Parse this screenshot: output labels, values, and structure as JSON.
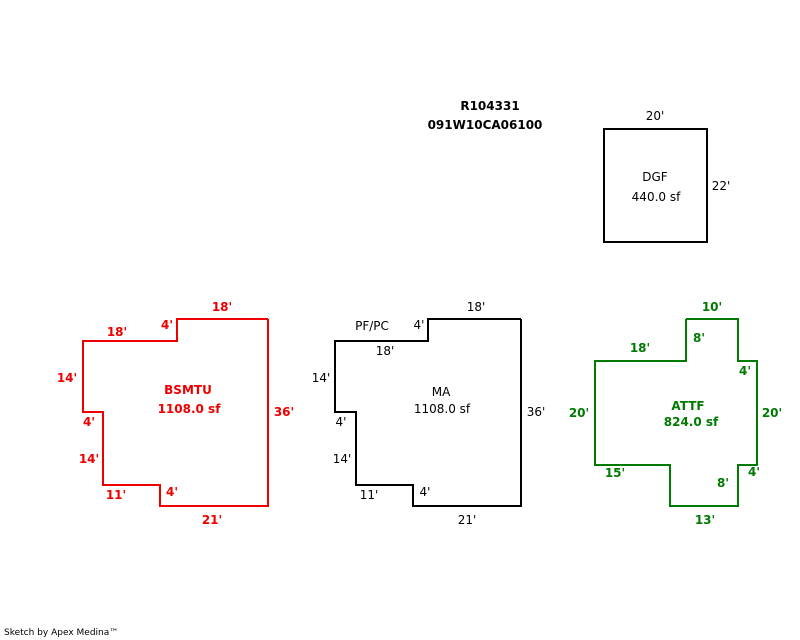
{
  "header": {
    "parcel_id": "R104331",
    "map_number": "091W10CA06100"
  },
  "colors": {
    "bsmtu": "#ee0000",
    "ma": "#000000",
    "attf": "#007a00",
    "dgf": "#000000"
  },
  "dgf": {
    "name": "DGF",
    "area": "440.0 sf",
    "dims": {
      "top": "20'",
      "right": "22'"
    }
  },
  "bsmtu": {
    "name": "BSMTU",
    "area": "1108.0 sf",
    "dims": {
      "top": "18'",
      "step_top": "4'",
      "upper_left_top": "18'",
      "left_upper": "14'",
      "notch": "4'",
      "left_lower": "14'",
      "bottom_left": "11'",
      "step_bottom": "4'",
      "bottom": "21'",
      "right": "36'"
    }
  },
  "ma": {
    "name": "MA",
    "area": "1108.0 sf",
    "annex_label": "PF/PC",
    "dims": {
      "top": "18'",
      "step_top": "4'",
      "upper_left_top": "18'",
      "left_upper": "14'",
      "notch": "4'",
      "left_lower": "14'",
      "bottom_left": "11'",
      "step_bottom": "4'",
      "bottom": "21'",
      "right": "36'"
    }
  },
  "attf": {
    "name": "ATTF",
    "area": "824.0 sf",
    "dims": {
      "top": "10'",
      "top_step": "8'",
      "left_top": "18'",
      "right_step_top": "4'",
      "left": "20'",
      "right": "20'",
      "left_bottom": "15'",
      "right_step_bottom": "4'",
      "bottom_step": "8'",
      "bottom": "13'"
    }
  },
  "footer": "Sketch by Apex Medina™"
}
